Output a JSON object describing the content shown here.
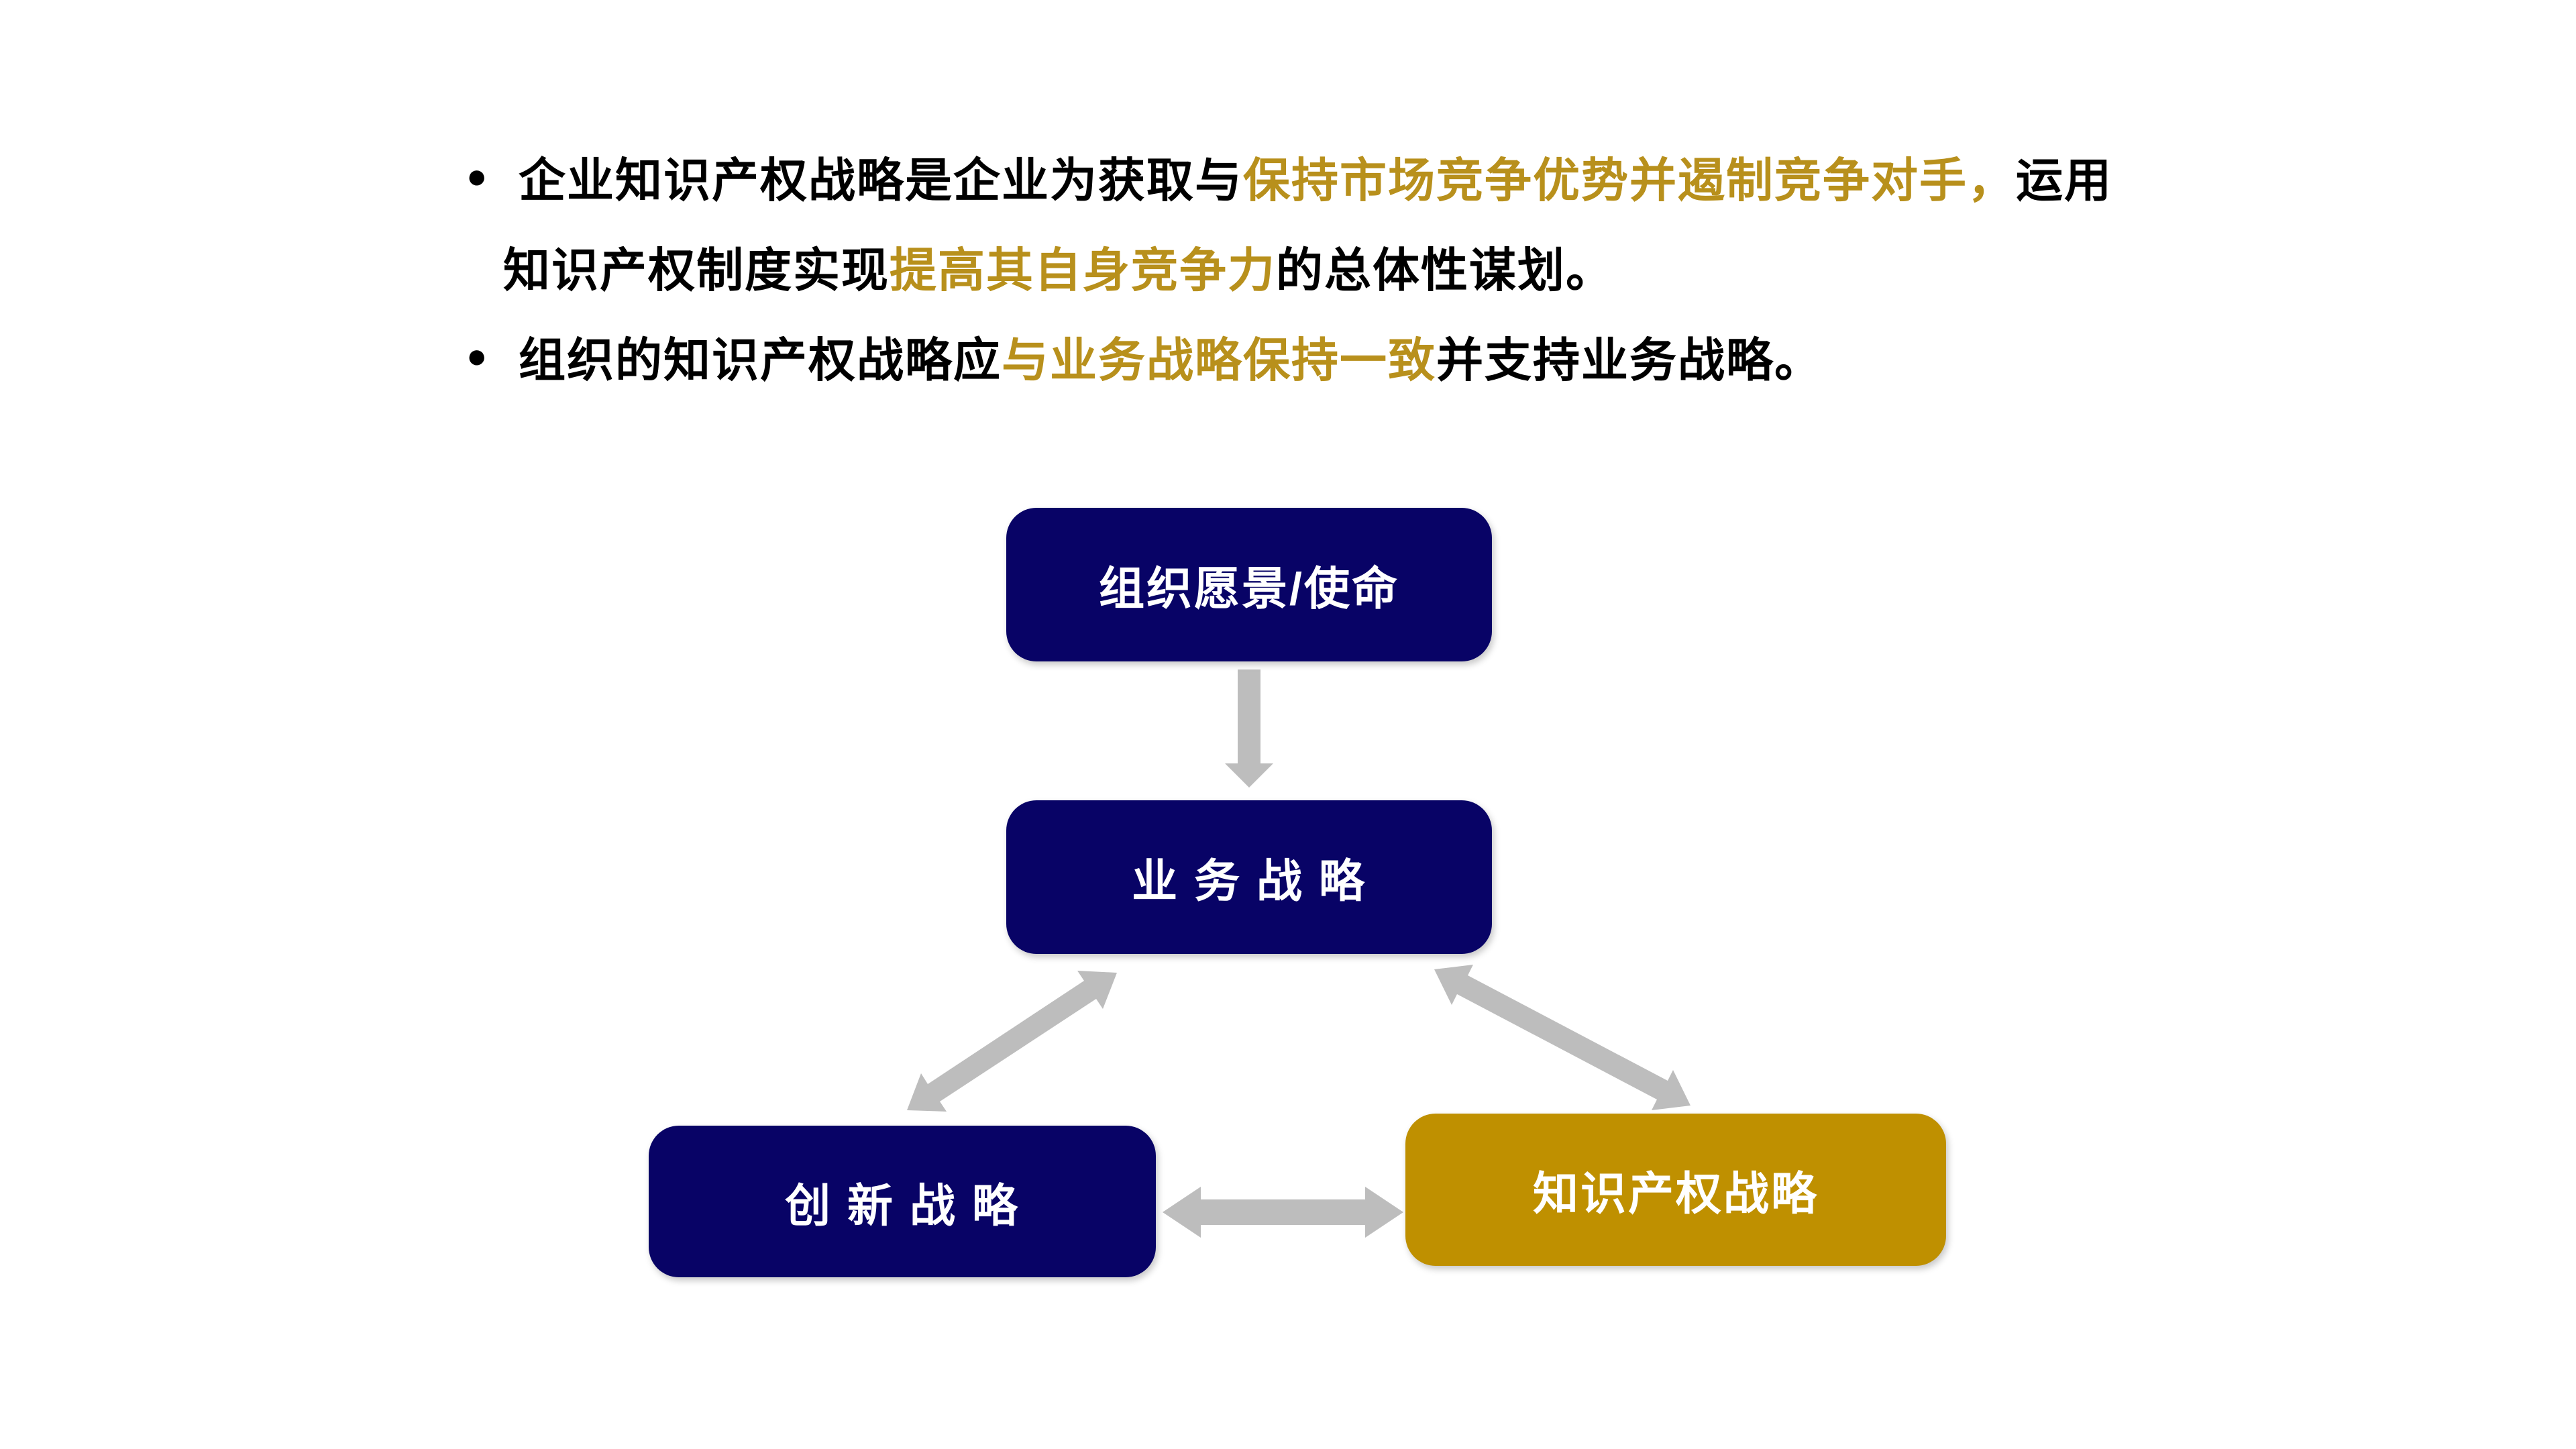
{
  "colors": {
    "background": "#FFFFFF",
    "navy": "#080366",
    "gold_box": "#BF9000",
    "gold_text": "#B8901C",
    "body_text": "#000000",
    "box_text": "#FFFFFF",
    "arrow": "#BDBDBD"
  },
  "bullets": {
    "marker": "●",
    "b1_line1": {
      "black1": "企业知识产权战略是企业为获取与",
      "gold": "保持市场竞争优势并遏制竞争对手，",
      "black2": "运用"
    },
    "b1_line2": {
      "black1": "知识产权制度实现",
      "gold": "提高其自身竞争力",
      "black2": "的总体性谋划。"
    },
    "b2_line1": {
      "black1": "组织的知识产权战略应",
      "gold": "与业务战略保持一致",
      "black2": "并支持业务战略。"
    }
  },
  "diagram": {
    "vision_label": "组织愿景/使命",
    "business_label": "业 务 战 略",
    "innovation_label": "创 新 战 略",
    "ip_label": "知识产权战略"
  }
}
